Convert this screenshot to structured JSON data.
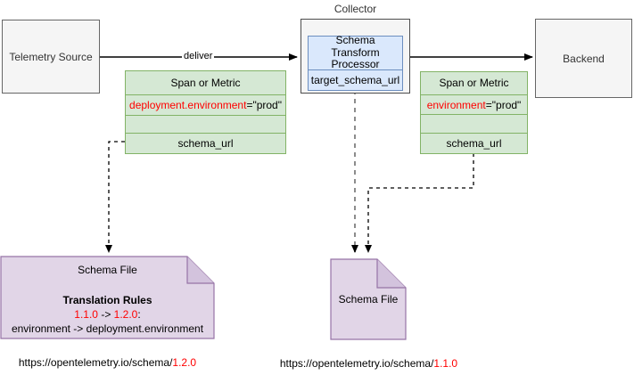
{
  "diagram": {
    "title": "OpenTelemetry schema transform processor flow",
    "colors": {
      "node_fill": "#f5f5f5",
      "node_stroke": "#666666",
      "processor_fill": "#dae8fc",
      "processor_stroke": "#6c8ebf",
      "telemetry_fill": "#d5e8d4",
      "telemetry_stroke": "#82b366",
      "note_fill": "#e1d5e7",
      "note_stroke": "#9673a6",
      "attribute_key": "#ff0000",
      "edge": "#000000",
      "dashed_gray_edge": "#808080"
    }
  },
  "nodes": {
    "telemetry_source": {
      "label": "Telemetry Source"
    },
    "backend": {
      "label": "Backend"
    },
    "collector": {
      "caption": "Collector",
      "processor": {
        "title": "Schema Transform Processor",
        "property": "target_schema_url"
      }
    }
  },
  "telemetry_before": {
    "title": "Span or Metric",
    "attribute_key": "deployment.environment",
    "attribute_value": "=\"prod\"",
    "blank_row": "",
    "schema_url_row": "schema_url"
  },
  "telemetry_after": {
    "title": "Span or Metric",
    "attribute_key": "environment",
    "attribute_value": "=\"prod\"",
    "blank_row": "",
    "schema_url_row": "schema_url"
  },
  "schema_file_left": {
    "title": "Schema File",
    "rules_heading": "Translation Rules",
    "rule_from": "1.1.0",
    "rule_arrow": " -> ",
    "rule_to": "1.2.0",
    "rule_colon": ":",
    "rule_mapping": "environment -> deployment.environment",
    "url_prefix": "https://opentelemetry.io/schema/",
    "url_version": "1.2.0"
  },
  "schema_file_right": {
    "title": "Schema File",
    "url_prefix": "https://opentelemetry.io/schema/",
    "url_version": "1.1.0"
  },
  "edges": {
    "deliver_label": "deliver"
  }
}
